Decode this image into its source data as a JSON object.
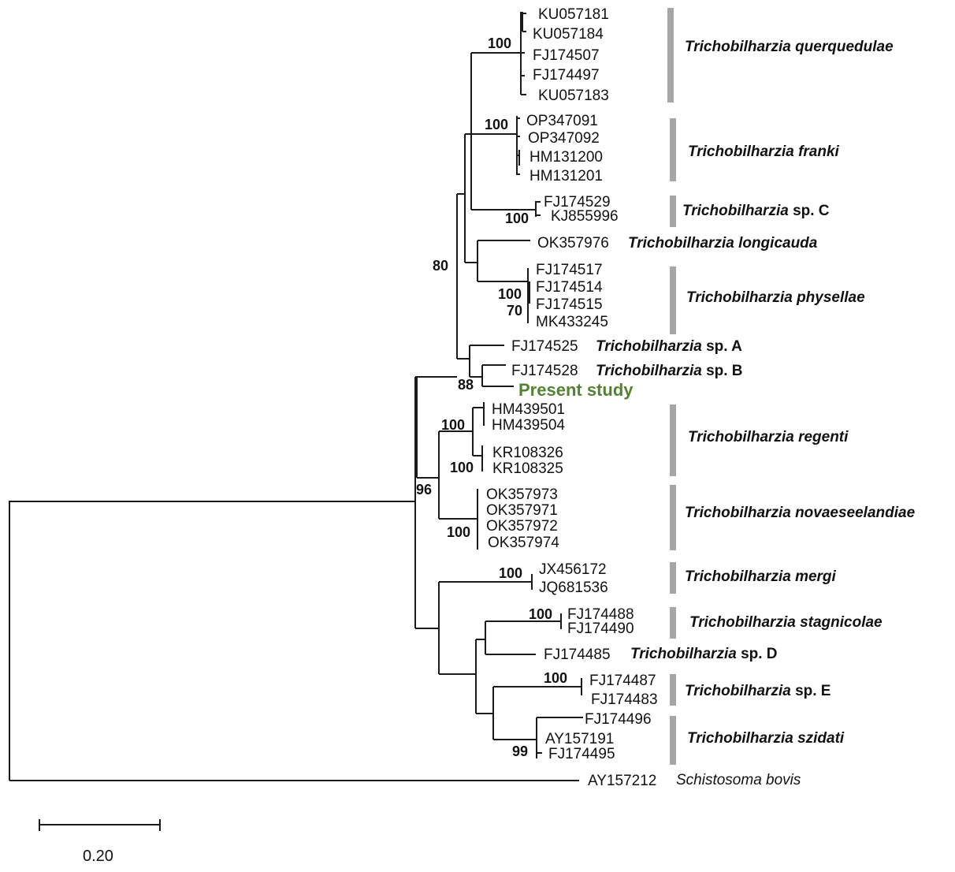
{
  "taxa": {
    "querq": [
      "KU057181",
      "KU057184",
      "FJ174507",
      "FJ174497",
      "KU057183"
    ],
    "franki": [
      "OP347091",
      "OP347092",
      "HM131200",
      "HM131201"
    ],
    "spC": [
      "FJ174529",
      "KJ855996"
    ],
    "longicauda": [
      "OK357976"
    ],
    "physellae": [
      "FJ174517",
      "FJ174514",
      "FJ174515",
      "MK433245"
    ],
    "spA": [
      "FJ174525"
    ],
    "spB": [
      "FJ174528"
    ],
    "present": "Present study",
    "regenti": [
      "HM439501",
      "HM439504",
      "KR108326",
      "KR108325"
    ],
    "novae": [
      "OK357973",
      "OK357971",
      "OK357972",
      "OK357974"
    ],
    "mergi": [
      "JX456172",
      "JQ681536"
    ],
    "stagni": [
      "FJ174488",
      "FJ174490"
    ],
    "spD": [
      "FJ174485"
    ],
    "spE": [
      "FJ174487",
      "FJ174483"
    ],
    "szidati": [
      "FJ174496",
      "AY157191",
      "FJ174495"
    ],
    "outgroup": [
      "AY157212"
    ]
  },
  "species": {
    "querq": "Trichobilharzia querquedulae",
    "franki": "Trichobilharzia franki",
    "spC": {
      "genus": "Trichobilharzia",
      "suffix": " sp. C"
    },
    "longicauda": "Trichobilharzia longicauda",
    "physellae": "Trichobilharzia physellae",
    "spA": {
      "genus": "Trichobilharzia",
      "suffix": " sp. A"
    },
    "spB": {
      "genus": "Trichobilharzia",
      "suffix": " sp. B"
    },
    "regenti": "Trichobilharzia regenti",
    "novae": "Trichobilharzia novaeseelandiae",
    "mergi": "Trichobilharzia mergi",
    "stagni": "Trichobilharzia stagnicolae",
    "spD": {
      "genus": "Trichobilharzia",
      "suffix": " sp. D"
    },
    "spE": {
      "genus": "Trichobilharzia",
      "suffix": " sp. E"
    },
    "szidati": "Trichobilharzia szidati",
    "outgroup": "Schistosoma bovis"
  },
  "bootstrap": {
    "querq": "100",
    "franki": "100",
    "spC": "100",
    "physellae_a": "100",
    "physellae_b": "70",
    "clade80": "80",
    "spB_present": "88",
    "regenti_a": "100",
    "regenti_b": "100",
    "clade96": "96",
    "novae": "100",
    "mergi": "100",
    "stagni": "100",
    "spE": "100",
    "szidati": "99"
  },
  "scale_bar": {
    "value": "0.20"
  },
  "colors": {
    "branch": "#1a1a1a",
    "clade_bar": "#a6a6a6",
    "present_study": "#548235"
  }
}
